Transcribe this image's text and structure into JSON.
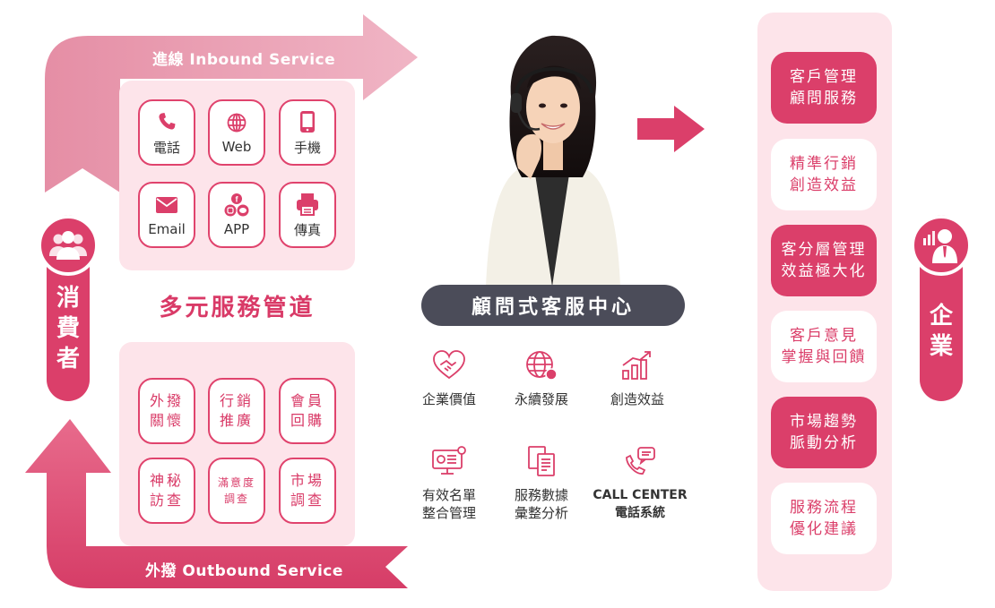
{
  "inbound_label": "進線 Inbound Service",
  "outbound_label": "外撥 Outbound Service",
  "consumer_label": "消費者",
  "enterprise_label": "企業",
  "channels_title": "多元服務管道",
  "inbound_channels": [
    {
      "label": "電話",
      "icon": "phone-icon"
    },
    {
      "label": "Web",
      "icon": "globe-icon"
    },
    {
      "label": "手機",
      "icon": "mobile-icon"
    },
    {
      "label": "Email",
      "icon": "email-icon"
    },
    {
      "label": "APP",
      "icon": "app-social-icon"
    },
    {
      "label": "傳真",
      "icon": "fax-icon"
    }
  ],
  "outbound_items": [
    {
      "label": "外撥關懷"
    },
    {
      "label": "行銷推廣"
    },
    {
      "label": "會員回購"
    },
    {
      "label": "神秘訪查"
    },
    {
      "label": "滿意度調查"
    },
    {
      "label": "市場調查"
    }
  ],
  "center_title": "顧問式客服中心",
  "features": [
    {
      "line1": "企業價值",
      "line2": "",
      "icon": "handshake-heart-icon"
    },
    {
      "line1": "永續發展",
      "line2": "",
      "icon": "globe-cycle-icon"
    },
    {
      "line1": "創造效益",
      "line2": "",
      "icon": "growth-chart-icon"
    },
    {
      "line1": "有效名單",
      "line2": "整合管理",
      "icon": "monitor-list-icon"
    },
    {
      "line1": "服務數據",
      "line2": "彙整分析",
      "icon": "documents-icon"
    },
    {
      "line1": "CALL CENTER",
      "line2": "電話系統",
      "icon": "call-center-icon"
    }
  ],
  "enterprise_benefits": [
    {
      "line1": "客戶管理",
      "line2": "顧問服務",
      "style": "dark"
    },
    {
      "line1": "精準行銷",
      "line2": "創造效益",
      "style": "light"
    },
    {
      "line1": "客分層管理",
      "line2": "效益極大化",
      "style": "dark"
    },
    {
      "line1": "客戶意見",
      "line2": "掌握與回饋",
      "style": "light"
    },
    {
      "line1": "市場趨勢",
      "line2": "脈動分析",
      "style": "dark"
    },
    {
      "line1": "服務流程",
      "line2": "優化建議",
      "style": "light"
    }
  ],
  "colors": {
    "accent": "#db3f6a",
    "accent_light": "#e78fa5",
    "panel": "#fde4ea",
    "dark_bar": "#4b4c59"
  }
}
